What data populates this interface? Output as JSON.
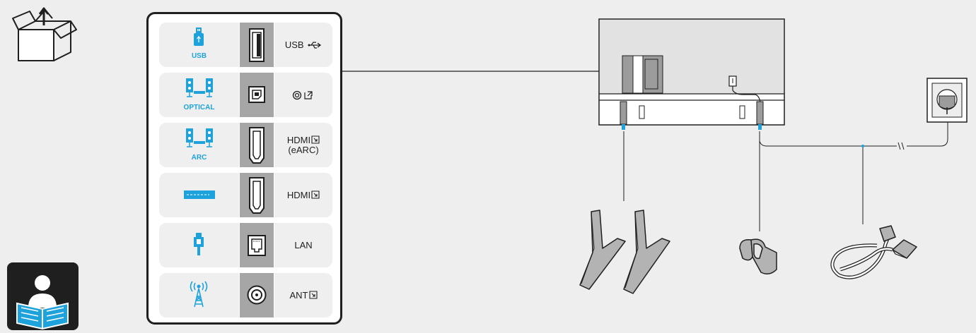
{
  "ports": [
    {
      "device_label": "USB",
      "port_label": "USB",
      "port_label_2": "",
      "device_icon": "usb-stick-icon",
      "port_icon": "usb-port-icon",
      "symbol_icon": "usb-symbol-icon"
    },
    {
      "device_label": "OPTICAL",
      "port_label": "",
      "port_label_2": "",
      "device_icon": "speakers-icon",
      "port_icon": "optical-port-icon",
      "symbol_icon": "optical-symbol-icon"
    },
    {
      "device_label": "ARC",
      "port_label": "HDMI",
      "port_label_2": "(eARC)",
      "device_icon": "speakers-icon",
      "port_icon": "hdmi-port-icon",
      "symbol_icon": "input-symbol-icon"
    },
    {
      "device_label": "",
      "port_label": "HDMI",
      "port_label_2": "",
      "device_icon": "set-top-box-icon",
      "port_icon": "hdmi-port-icon",
      "symbol_icon": "input-symbol-icon"
    },
    {
      "device_label": "",
      "port_label": "LAN",
      "port_label_2": "",
      "device_icon": "lan-plug-icon",
      "port_icon": "lan-port-icon",
      "symbol_icon": ""
    },
    {
      "device_label": "",
      "port_label": "ANT",
      "port_label_2": "",
      "device_icon": "antenna-tower-icon",
      "port_icon": "antenna-port-icon",
      "symbol_icon": "input-symbol-icon"
    }
  ],
  "colors": {
    "accent": "#1ea2dc",
    "panel_border": "#1f1f1f",
    "cell": "#efefef",
    "port_cell": "#a6a6a6",
    "background": "#eeeeee"
  },
  "icons": [
    "unbox-icon",
    "read-manual-icon",
    "tv-back-icon",
    "stand-legs-icon",
    "cable-clip-icon",
    "power-cord-icon",
    "wall-socket-icon"
  ]
}
